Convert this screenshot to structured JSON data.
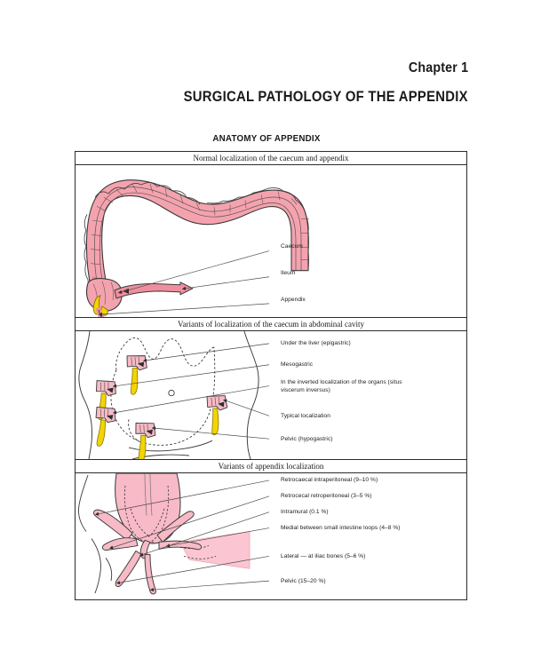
{
  "header": {
    "chapter_label": "Chapter 1",
    "chapter_title": "SURGICAL PATHOLOGY OF THE APPENDIX",
    "section_title": "ANATOMY OF APPENDIX"
  },
  "colors": {
    "colon_fill": "#f4a3ae",
    "colon_stroke": "#3a3a3a",
    "caecum_fill": "#f7bac6",
    "caecum_light": "#fbd2da",
    "appendix_fill": "#f2d400",
    "appendix_stroke": "#8a7400",
    "body_outline": "#3a3a3a",
    "leader_line": "#4a4a4a",
    "border": "#2b2b2b",
    "text": "#1a1a1a"
  },
  "panels": [
    {
      "id": "normal-localization",
      "caption": "Normal localization of the caecum and appendix",
      "labels": [
        {
          "id": "caecum",
          "text": "Caecum"
        },
        {
          "id": "ileum",
          "text": "Ileum"
        },
        {
          "id": "appendix",
          "text": "Appendix"
        }
      ]
    },
    {
      "id": "caecum-variants",
      "caption": "Variants of localization of the caecum in abdominal cavity",
      "labels": [
        {
          "id": "under-the-liver",
          "text": "Under the liver (epigastric)"
        },
        {
          "id": "mesogastric",
          "text": "Mesogastric"
        },
        {
          "id": "situs-inversus",
          "text": "In the inverted localization of the organs (situs viscerum inversus)"
        },
        {
          "id": "typical-localization",
          "text": "Typical localization"
        },
        {
          "id": "pelvic-hypogastric",
          "text": "Pelvic (hypogastric)"
        }
      ]
    },
    {
      "id": "appendix-variants",
      "caption": "Variants of appendix localization",
      "labels": [
        {
          "id": "retrocaecal-intraperitoneal",
          "text": "Retrocaecal intraperitoneal (9–10 %)"
        },
        {
          "id": "retrocecal-retroperitoneal",
          "text": "Retrocecal retroperitoneal (3–5 %)"
        },
        {
          "id": "intramural",
          "text": "Intramural (0.1 %)"
        },
        {
          "id": "medial-between-loops",
          "text": "Medial between small intestine loops (4–8 %)"
        },
        {
          "id": "lateral-iliac-bones",
          "text": "Lateral — at iliac bones (5–6 %)"
        },
        {
          "id": "pelvic",
          "text": "Pelvic (15–20 %)"
        }
      ]
    }
  ]
}
